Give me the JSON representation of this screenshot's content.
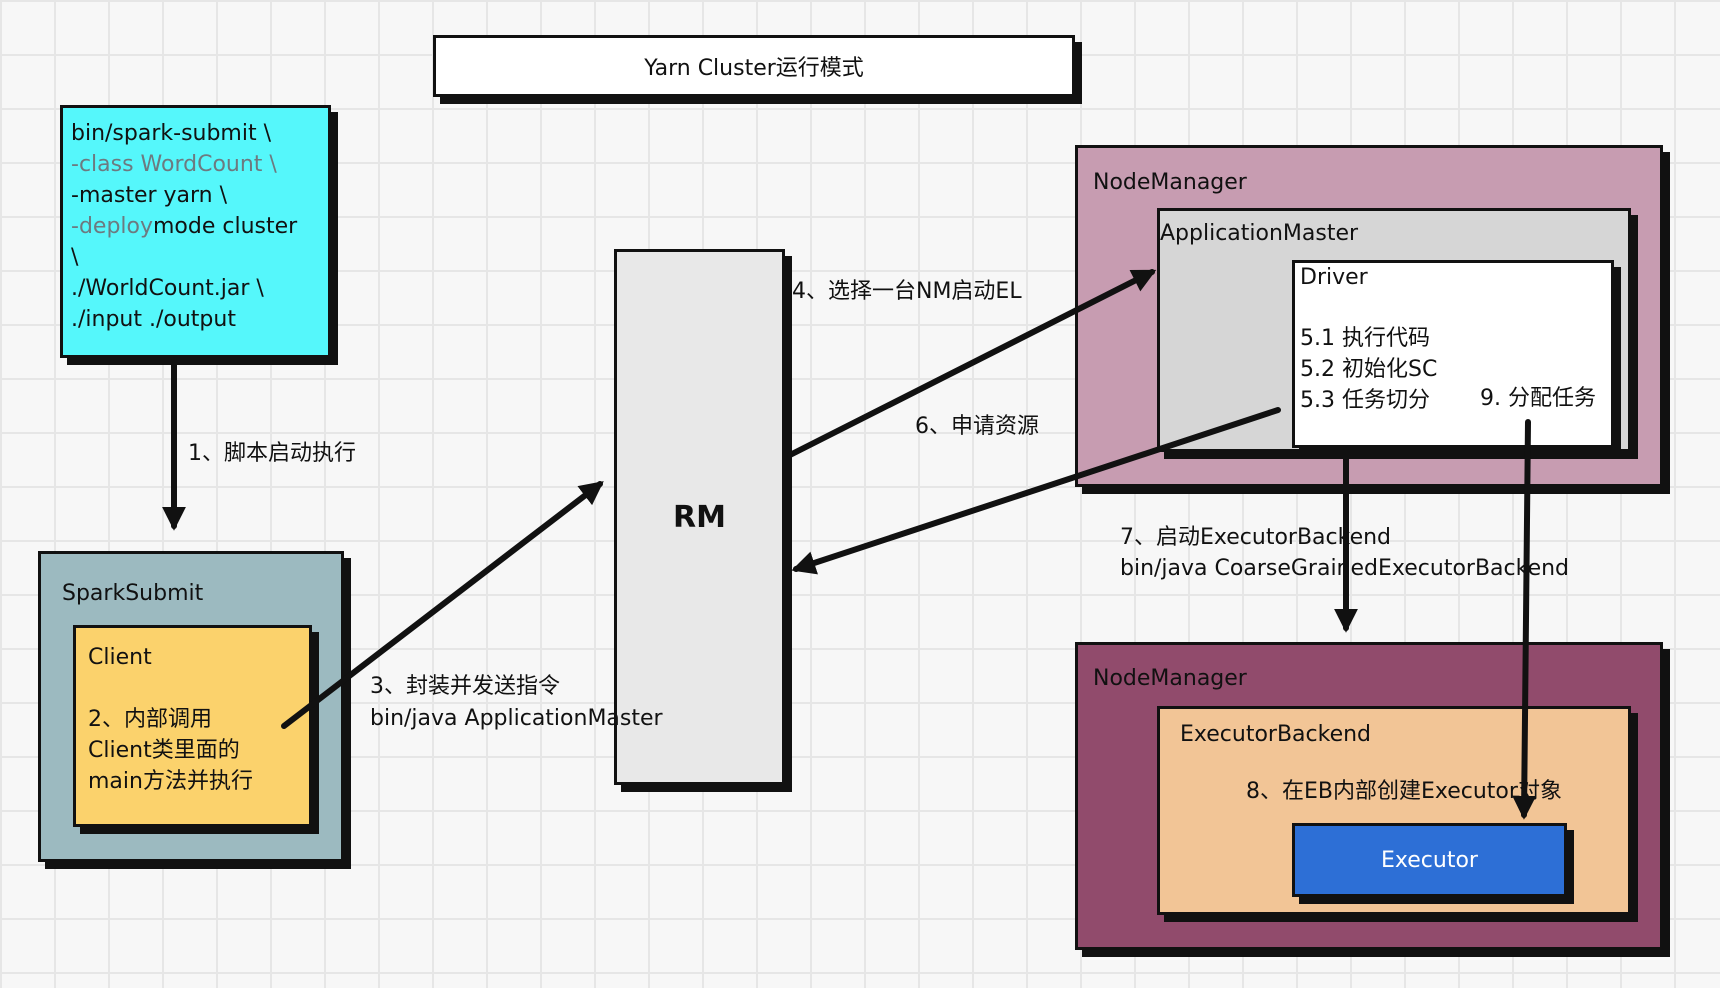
{
  "title": "Yarn Cluster运行模式",
  "command": {
    "lines": [
      "bin/spark-submit \\",
      "-class WordCount \\",
      "-master yarn \\",
      "-deploy",
      "mode cluster",
      "\\",
      "./WorldCount.jar \\",
      "./input ./output"
    ]
  },
  "spark_submit": {
    "label": "SparkSubmit"
  },
  "client": {
    "label": "Client",
    "lines": [
      "2、内部调用",
      "Client类里面的",
      "main方法并执行"
    ]
  },
  "rm": {
    "label": "RM"
  },
  "node_manager_1": {
    "label": "NodeManager",
    "application_master": {
      "label": "ApplicationMaster"
    },
    "driver": {
      "label": "Driver",
      "steps": [
        "5.1 执行代码",
        "5.2 初始化SC",
        "5.3 任务切分"
      ],
      "assign": "9. 分配任务"
    }
  },
  "node_manager_2": {
    "label": "NodeManager",
    "executor_backend": {
      "label": "ExecutorBackend",
      "step": "8、在EB内部创建Executor对象"
    },
    "executor": {
      "label": "Executor"
    }
  },
  "arrows": {
    "step1": "1、脚本启动执行",
    "step3": [
      "3、封装并发送指令",
      "bin/java ApplicationMaster"
    ],
    "step4": "4、选择一台NM启动EL",
    "step6": "6、申请资源",
    "step7": [
      "7、启动ExecutorBackend",
      "bin/java CoarseGrainedExecutorBackend"
    ]
  },
  "colors": {
    "command": "#55f7fb",
    "spark_submit": "#9cbac0",
    "client": "#fbd26c",
    "rm": "#e8e8e8",
    "nm1": "#c79cb1",
    "am": "#d6d6d6",
    "nm2": "#914b6c",
    "eb": "#f2c596",
    "executor": "#2d6fd6"
  }
}
